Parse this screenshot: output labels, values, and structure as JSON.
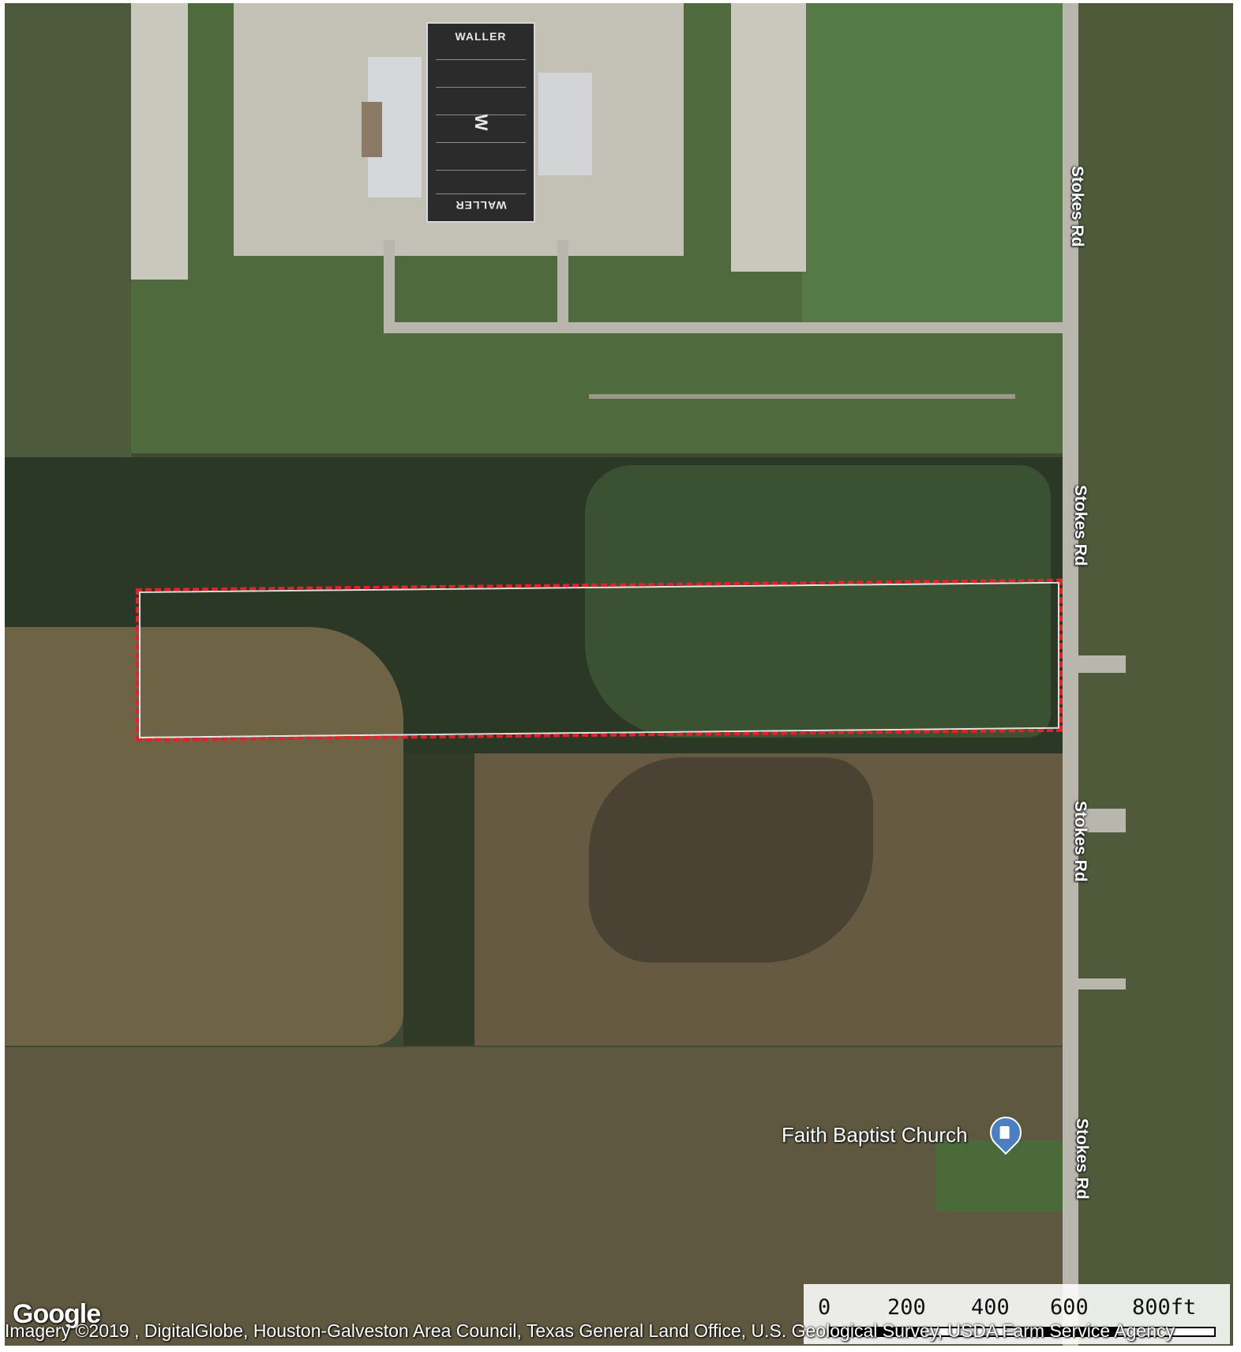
{
  "map": {
    "type": "satellite",
    "colors": {
      "parcel_outline": "#e3212b",
      "road": "#b9b6ad",
      "field_dark": "#2b2b2b",
      "pin": "#4b7fc4"
    },
    "road_labels": [
      "Stokes Rd",
      "Stokes Rd",
      "Stokes Rd",
      "Stokes Rd"
    ],
    "stadium": {
      "end_zone_top": "WALLER",
      "end_zone_bottom": "WALLER",
      "center_logo": "W"
    },
    "poi": {
      "label": "Faith Baptist Church",
      "icon": "church-pin-icon"
    },
    "scale": {
      "ticks": [
        "0",
        "200",
        "400",
        "600",
        "800ft"
      ]
    },
    "attribution": "Imagery ©2019 , DigitalGlobe, Houston-Galveston Area Council, Texas General Land Office, U.S. Geological Survey, USDA Farm Service Agency",
    "logo": "Google"
  }
}
